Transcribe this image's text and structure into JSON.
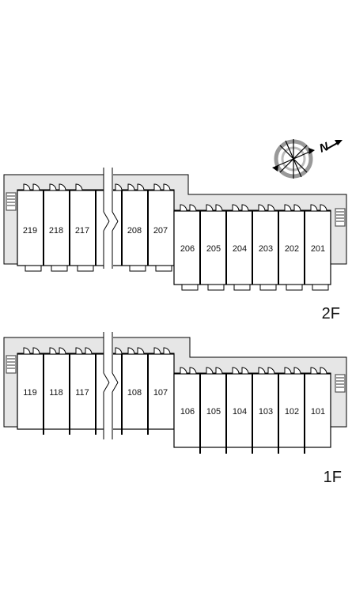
{
  "floors": [
    {
      "label": "2F",
      "left_rooms": [
        "219",
        "218",
        "217",
        "",
        "208",
        "207"
      ],
      "right_rooms": [
        "206",
        "205",
        "204",
        "203",
        "202",
        "201"
      ]
    },
    {
      "label": "1F",
      "left_rooms": [
        "119",
        "118",
        "117",
        "",
        "108",
        "107"
      ],
      "right_rooms": [
        "106",
        "105",
        "104",
        "103",
        "102",
        "101"
      ]
    }
  ],
  "compass": {
    "letter": "N",
    "icon": "north-arrow-icon"
  },
  "colors": {
    "corridor": "#e6e6e6",
    "wall": "#000000",
    "stairs": "#555555"
  }
}
